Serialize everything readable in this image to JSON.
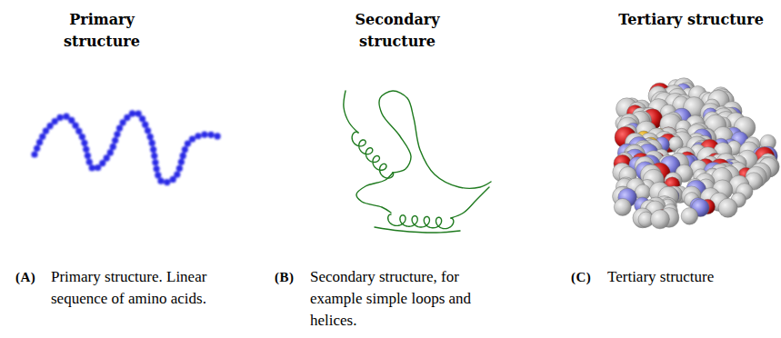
{
  "diagram": {
    "labels": [
      "Primary structure",
      "Secondary structure",
      "Tertiary structure",
      "(A)",
      "Primary structure. Linear sequence of amino acids.",
      "(B)",
      "Secondary structure, for example simple loops and helices.",
      "(C)",
      "Tertiary structure"
    ]
  }
}
